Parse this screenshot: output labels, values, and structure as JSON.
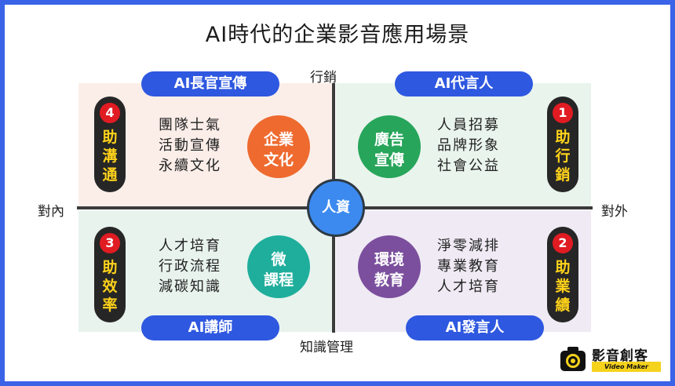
{
  "title": "AI時代的企業影音應用場景",
  "axes": {
    "top": "行銷",
    "bottom": "知識管理",
    "left": "對內",
    "right": "對外"
  },
  "center": "人資",
  "quadrants": {
    "top_left": {
      "pill": "AI長官宣傳",
      "badge_num": "4",
      "badge_text": "助\n溝\n通",
      "circle_l1": "企業",
      "circle_l2": "文化",
      "items": [
        "團隊士氣",
        "活動宣傳",
        "永續文化"
      ]
    },
    "top_right": {
      "pill": "AI代言人",
      "badge_num": "1",
      "badge_text": "助\n行\n銷",
      "circle_l1": "廣告",
      "circle_l2": "宣傳",
      "items": [
        "人員招募",
        "品牌形象",
        "社會公益"
      ]
    },
    "bottom_left": {
      "pill": "AI講師",
      "badge_num": "3",
      "badge_text": "助\n效\n率",
      "circle_l1": "微",
      "circle_l2": "課程",
      "items": [
        "人才培育",
        "行政流程",
        "減碳知識"
      ]
    },
    "bottom_right": {
      "pill": "AI發言人",
      "badge_num": "2",
      "badge_text": "助\n業\n績",
      "circle_l1": "環境",
      "circle_l2": "教育",
      "items": [
        "淨零減排",
        "專業教育",
        "人才培育"
      ]
    }
  },
  "logo": {
    "name": "影音創客",
    "sub": "Video Maker"
  },
  "colors": {
    "frame": "#3a63e8",
    "pill": "#2f58e0",
    "badge_num": "#e11b22",
    "badge_text": "#ffd21a",
    "circle_tl": "#ee6a2f",
    "circle_tr": "#27a55a",
    "circle_bl": "#1fae9c",
    "circle_br": "#7b4f9d",
    "center": "#3c8af0"
  }
}
